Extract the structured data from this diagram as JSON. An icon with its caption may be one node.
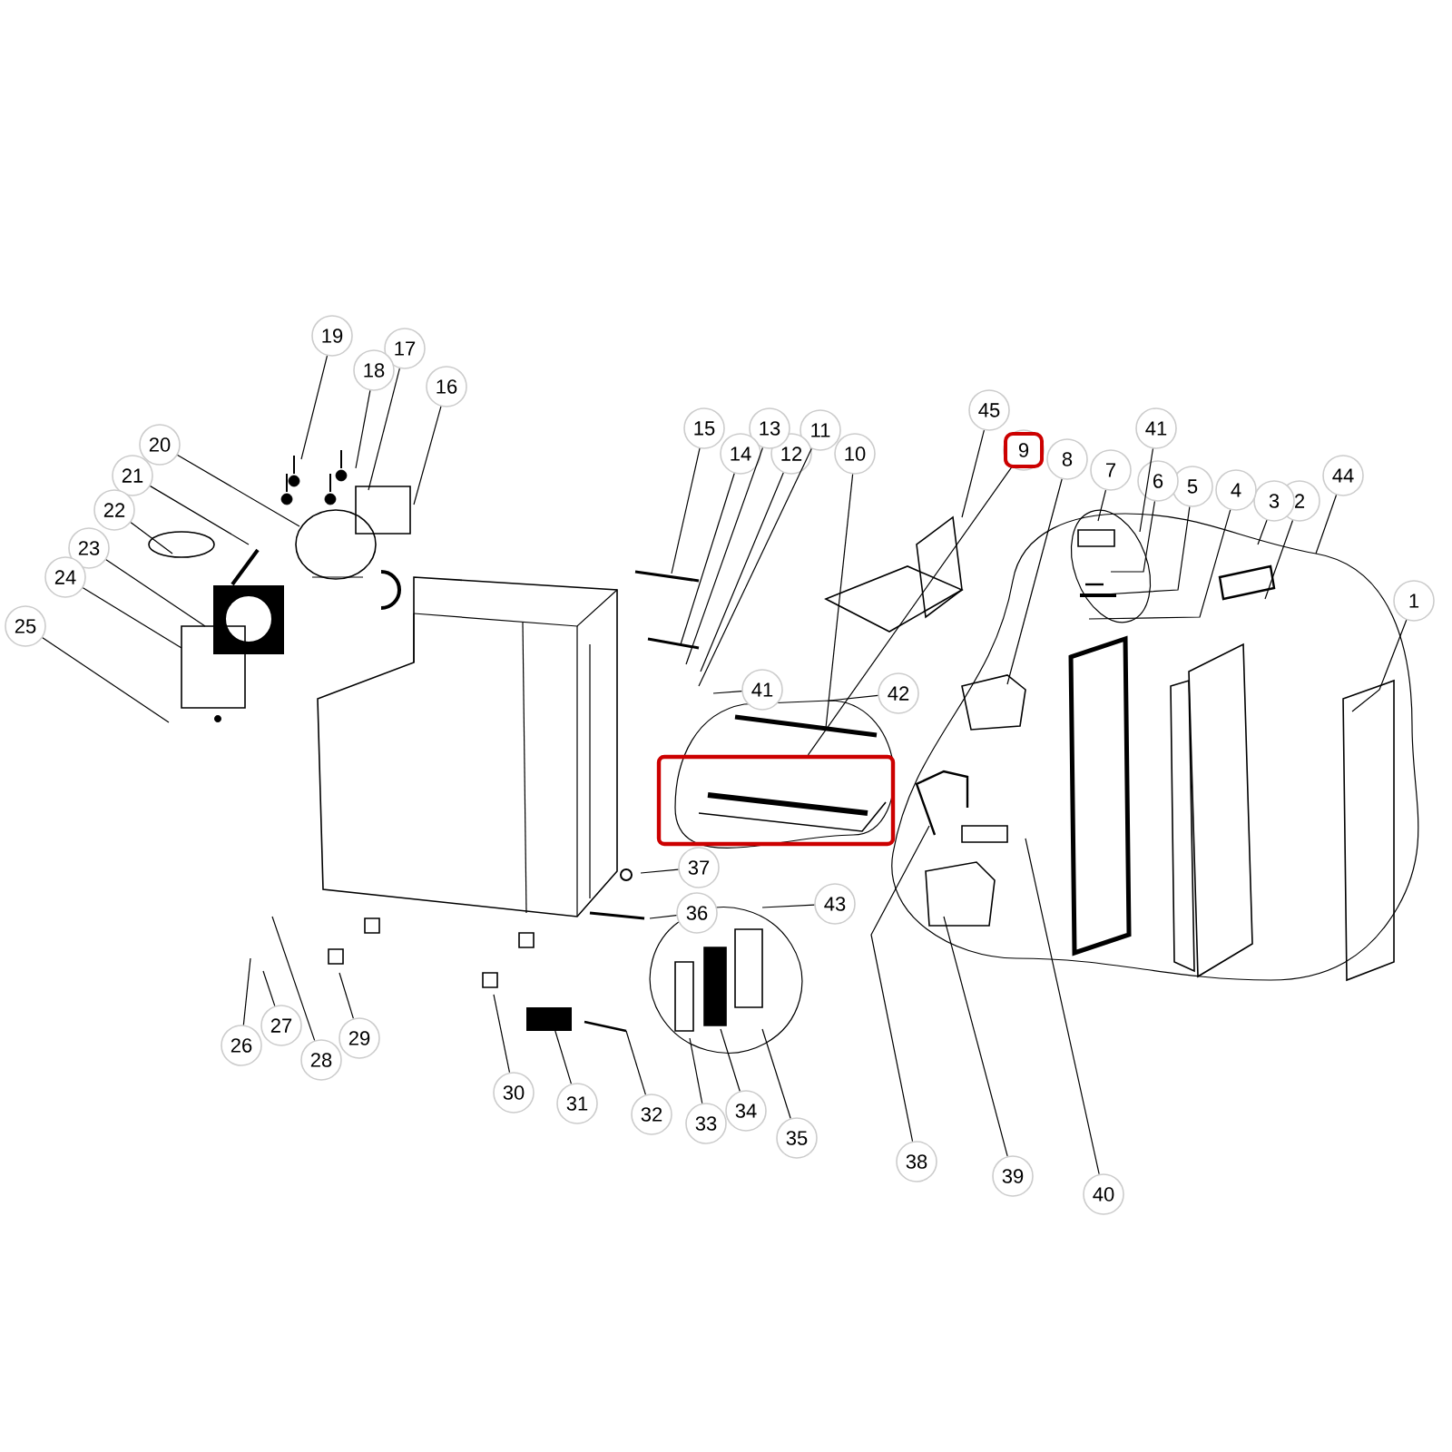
{
  "diagram": {
    "nodes": [
      {
        "text": [
          "1"
        ]
      },
      {
        "text": [
          "2"
        ]
      },
      {
        "text": [
          "3"
        ]
      },
      {
        "text": [
          "4"
        ]
      },
      {
        "text": [
          "5"
        ]
      },
      {
        "text": [
          "6"
        ]
      },
      {
        "text": [
          "7"
        ]
      },
      {
        "text": [
          "8"
        ]
      },
      {
        "text": [
          "9"
        ]
      },
      {
        "text": [
          "10"
        ]
      },
      {
        "text": [
          "11"
        ]
      },
      {
        "text": [
          "12"
        ]
      },
      {
        "text": [
          "13"
        ]
      },
      {
        "text": [
          "14"
        ]
      },
      {
        "text": [
          "15"
        ]
      },
      {
        "text": [
          "16"
        ]
      },
      {
        "text": [
          "17"
        ]
      },
      {
        "text": [
          "18"
        ]
      },
      {
        "text": [
          "19"
        ]
      },
      {
        "text": [
          "20"
        ]
      },
      {
        "text": [
          "21"
        ]
      },
      {
        "text": [
          "22"
        ]
      },
      {
        "text": [
          "23"
        ]
      },
      {
        "text": [
          "24"
        ]
      },
      {
        "text": [
          "25"
        ]
      },
      {
        "text": [
          "26"
        ]
      },
      {
        "text": [
          "27"
        ]
      },
      {
        "text": [
          "28"
        ]
      },
      {
        "text": [
          "29"
        ]
      },
      {
        "text": [
          "30"
        ]
      },
      {
        "text": [
          "31"
        ]
      },
      {
        "text": [
          "32"
        ]
      },
      {
        "text": [
          "33"
        ]
      },
      {
        "text": [
          "34"
        ]
      },
      {
        "text": [
          "35"
        ]
      },
      {
        "text": [
          "36"
        ]
      },
      {
        "text": [
          "37"
        ]
      },
      {
        "text": [
          "38"
        ]
      },
      {
        "text": [
          "39"
        ]
      },
      {
        "text": [
          "40"
        ]
      },
      {
        "text": [
          "41"
        ]
      },
      {
        "text": [
          "42"
        ]
      },
      {
        "text": [
          "43"
        ]
      },
      {
        "text": [
          "44"
        ]
      },
      {
        "text": [
          "45"
        ]
      },
      {
        "text": [
          "41"
        ]
      },
      {
        "text": [],
        "shape": "box"
      }
    ],
    "edges": [
      {
        "from": 0,
        "to": null,
        "arrow": "none"
      },
      {
        "from": 1,
        "to": null,
        "arrow": "none"
      },
      {
        "from": 2,
        "to": null,
        "arrow": "none"
      },
      {
        "from": 3,
        "to": null,
        "arrow": "none"
      },
      {
        "from": 4,
        "to": null,
        "arrow": "none"
      },
      {
        "from": 5,
        "to": null,
        "arrow": "none"
      },
      {
        "from": 6,
        "to": null,
        "arrow": "none"
      },
      {
        "from": 7,
        "to": null,
        "arrow": "none"
      },
      {
        "from": 8,
        "to": 46,
        "arrow": "none"
      },
      {
        "from": 9,
        "to": null,
        "arrow": "none"
      },
      {
        "from": 10,
        "to": null,
        "arrow": "none"
      },
      {
        "from": 11,
        "to": null,
        "arrow": "none"
      },
      {
        "from": 12,
        "to": null,
        "arrow": "none"
      },
      {
        "from": 13,
        "to": null,
        "arrow": "none"
      },
      {
        "from": 14,
        "to": null,
        "arrow": "none"
      },
      {
        "from": 15,
        "to": null,
        "arrow": "none"
      },
      {
        "from": 16,
        "to": null,
        "arrow": "none"
      },
      {
        "from": 17,
        "to": null,
        "arrow": "none"
      },
      {
        "from": 18,
        "to": null,
        "arrow": "none"
      },
      {
        "from": 19,
        "to": null,
        "arrow": "none"
      },
      {
        "from": 20,
        "to": null,
        "arrow": "none"
      },
      {
        "from": 21,
        "to": null,
        "arrow": "none"
      },
      {
        "from": 22,
        "to": null,
        "arrow": "none"
      },
      {
        "from": 23,
        "to": null,
        "arrow": "none"
      },
      {
        "from": 24,
        "to": null,
        "arrow": "none"
      },
      {
        "from": 25,
        "to": null,
        "arrow": "none"
      },
      {
        "from": 26,
        "to": null,
        "arrow": "none"
      },
      {
        "from": 27,
        "to": null,
        "arrow": "none"
      },
      {
        "from": 28,
        "to": null,
        "arrow": "none"
      },
      {
        "from": 29,
        "to": null,
        "arrow": "none"
      },
      {
        "from": 30,
        "to": null,
        "arrow": "none"
      },
      {
        "from": 31,
        "to": null,
        "arrow": "none"
      },
      {
        "from": 32,
        "to": null,
        "arrow": "none"
      },
      {
        "from": 33,
        "to": null,
        "arrow": "none"
      },
      {
        "from": 34,
        "to": null,
        "arrow": "none"
      },
      {
        "from": 35,
        "to": null,
        "arrow": "none"
      },
      {
        "from": 36,
        "to": null,
        "arrow": "none"
      },
      {
        "from": 37,
        "to": null,
        "arrow": "none"
      },
      {
        "from": 38,
        "to": null,
        "arrow": "none"
      },
      {
        "from": 39,
        "to": null,
        "arrow": "none"
      },
      {
        "from": 40,
        "to": null,
        "arrow": "none"
      },
      {
        "from": 41,
        "to": null,
        "arrow": "none"
      },
      {
        "from": 42,
        "to": null,
        "arrow": "none"
      },
      {
        "from": 43,
        "to": null,
        "arrow": "none"
      },
      {
        "from": 44,
        "to": null,
        "arrow": "none"
      },
      {
        "from": 45,
        "to": null,
        "arrow": "none"
      }
    ]
  }
}
